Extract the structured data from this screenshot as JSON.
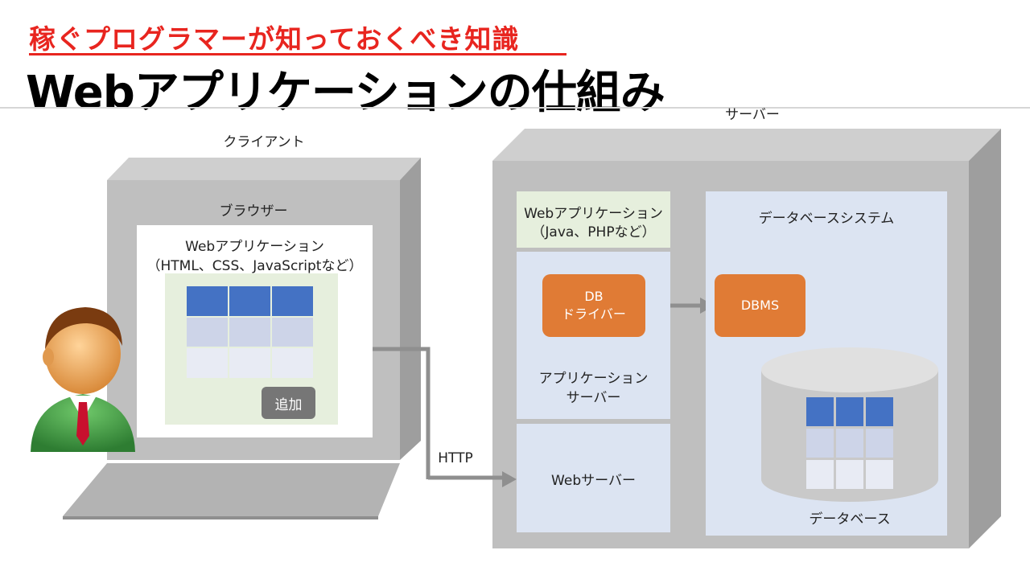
{
  "header": {
    "subtitle": "稼ぐプログラマーが知っておくべき知識",
    "title": "Webアプリケーションの仕組み"
  },
  "client": {
    "label": "クライアント",
    "browser_label": "ブラウザー",
    "webapp_line1": "Webアプリケーション",
    "webapp_line2": "（HTML、CSS、JavaScriptなど）",
    "add_button": "追加"
  },
  "server": {
    "label": "サーバー",
    "webapp_line1": "Webアプリケーション",
    "webapp_line2": "（Java、PHPなど）",
    "db_driver": "DB\nドライバー",
    "app_server_line1": "アプリケーション",
    "app_server_line2": "サーバー",
    "web_server": "Webサーバー",
    "db_system": "データベースシステム",
    "dbms": "DBMS",
    "database": "データベース"
  },
  "connection": {
    "protocol": "HTTP"
  },
  "colors": {
    "accent_red": "#e8251f",
    "orange": "#e07b35",
    "table_header_blue": "#4472c4",
    "panel_light_blue": "#dce4f2",
    "box_gray": "#bfbfbf"
  },
  "icons": {
    "user": "user-avatar-icon",
    "monitor": "monitor-icon",
    "server_box": "server-box-icon",
    "database": "database-cylinder-icon"
  }
}
